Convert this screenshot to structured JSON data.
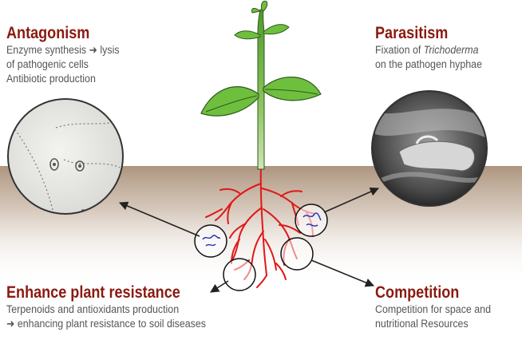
{
  "antagonism": {
    "title": "Antagonism",
    "line1": "Enzyme synthesis ➜ lysis",
    "line2": "of pathogenic cells",
    "line3": "Antibiotic production"
  },
  "parasitism": {
    "title": "Parasitism",
    "line1": "Fixation of ",
    "line1_italic": "Trichoderma",
    "line2": "on the pathogen hyphae"
  },
  "resistance": {
    "title": "Enhance plant resistance",
    "line1": "Terpenoids and antioxidants production",
    "line2": "➜ enhancing plant resistance to soil diseases"
  },
  "competition": {
    "title": "Competition",
    "line1": "Competition for space and",
    "line2": "nutritional Resources"
  },
  "colors": {
    "heading": "#8a1a10",
    "body_text": "#555555",
    "soil": "#a98f78",
    "stem": "#6cae3e",
    "leaf": "#6fbf3f",
    "roots": "#e01818",
    "hyphae": "#1f2bb8",
    "arrow": "#222222"
  }
}
